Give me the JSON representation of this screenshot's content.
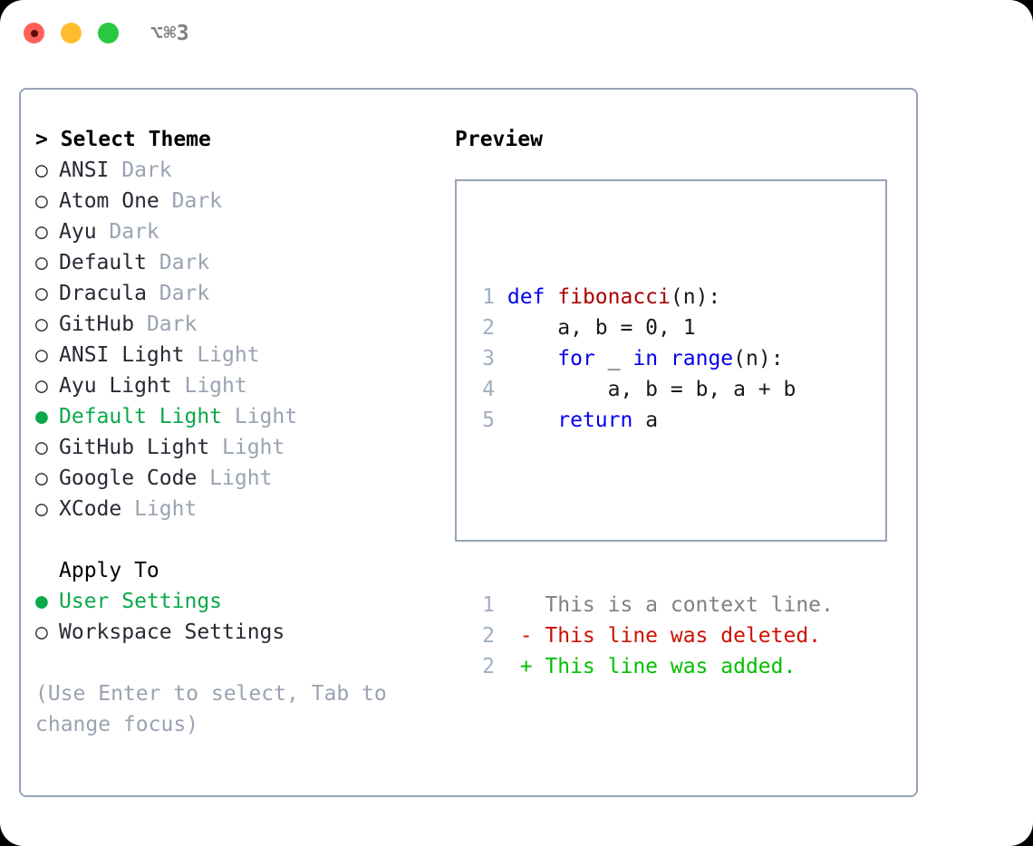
{
  "titlebar": {
    "shortcut": "⌥⌘3",
    "buttons": [
      {
        "name": "close",
        "color": "#ff5f57"
      },
      {
        "name": "minimize",
        "color": "#ffbd2e"
      },
      {
        "name": "maximize",
        "color": "#28c840"
      }
    ]
  },
  "theme_list": {
    "header": "> Select Theme",
    "marker_selected": "●",
    "marker_unselected": "○",
    "selected_color": "#0aa84a",
    "suffix_color": "#9aa3b2",
    "items": [
      {
        "marker": "○",
        "name": "ANSI",
        "suffix": "Dark",
        "selected": false
      },
      {
        "marker": "○",
        "name": "Atom One",
        "suffix": "Dark",
        "selected": false
      },
      {
        "marker": "○",
        "name": "Ayu",
        "suffix": "Dark",
        "selected": false
      },
      {
        "marker": "○",
        "name": "Default",
        "suffix": "Dark",
        "selected": false
      },
      {
        "marker": "○",
        "name": "Dracula",
        "suffix": "Dark",
        "selected": false
      },
      {
        "marker": "○",
        "name": "GitHub",
        "suffix": "Dark",
        "selected": false
      },
      {
        "marker": "○",
        "name": "ANSI Light",
        "suffix": "Light",
        "selected": false
      },
      {
        "marker": "○",
        "name": "Ayu Light",
        "suffix": "Light",
        "selected": false
      },
      {
        "marker": "●",
        "name": "Default Light",
        "suffix": "Light",
        "selected": true
      },
      {
        "marker": "○",
        "name": "GitHub Light",
        "suffix": "Light",
        "selected": false
      },
      {
        "marker": "○",
        "name": "Google Code",
        "suffix": "Light",
        "selected": false
      },
      {
        "marker": "○",
        "name": "XCode",
        "suffix": "Light",
        "selected": false
      }
    ]
  },
  "apply_to": {
    "title": "Apply To",
    "items": [
      {
        "marker": "●",
        "name": "User Settings",
        "selected": true
      },
      {
        "marker": "○",
        "name": "Workspace Settings",
        "selected": false
      }
    ]
  },
  "hint": "(Use Enter to select, Tab to change focus)",
  "preview": {
    "title": "Preview",
    "code_lines": [
      {
        "number": "1",
        "tokens": [
          {
            "text": "def ",
            "kind": "kw"
          },
          {
            "text": "fibonacci",
            "kind": "fn"
          },
          {
            "text": "(n):",
            "kind": "plain"
          }
        ]
      },
      {
        "number": "2",
        "tokens": [
          {
            "text": "    a, b = 0, 1",
            "kind": "plain"
          }
        ]
      },
      {
        "number": "3",
        "tokens": [
          {
            "text": "    ",
            "kind": "plain"
          },
          {
            "text": "for",
            "kind": "kw"
          },
          {
            "text": " _ ",
            "kind": "plain"
          },
          {
            "text": "in",
            "kind": "kw"
          },
          {
            "text": " ",
            "kind": "plain"
          },
          {
            "text": "range",
            "kind": "kw"
          },
          {
            "text": "(n):",
            "kind": "plain"
          }
        ]
      },
      {
        "number": "4",
        "tokens": [
          {
            "text": "        a, b = b, a + b",
            "kind": "plain"
          }
        ]
      },
      {
        "number": "5",
        "tokens": [
          {
            "text": "    ",
            "kind": "plain"
          },
          {
            "text": "return",
            "kind": "kw"
          },
          {
            "text": " a",
            "kind": "plain"
          }
        ]
      }
    ],
    "diff_lines": [
      {
        "number": "1",
        "sign": " ",
        "text": " This is a context line.",
        "kind": "ctx"
      },
      {
        "number": "2",
        "sign": "-",
        "text": " This line was deleted.",
        "kind": "del"
      },
      {
        "number": "2",
        "sign": "+",
        "text": " This line was added.",
        "kind": "add"
      }
    ],
    "token_colors": {
      "keyword": "#0000ee",
      "function": "#aa0000",
      "plain": "#1a1a1a",
      "line_number": "#a0aec0",
      "context": "#808080",
      "deleted": "#cc1100",
      "added": "#00c000"
    }
  }
}
